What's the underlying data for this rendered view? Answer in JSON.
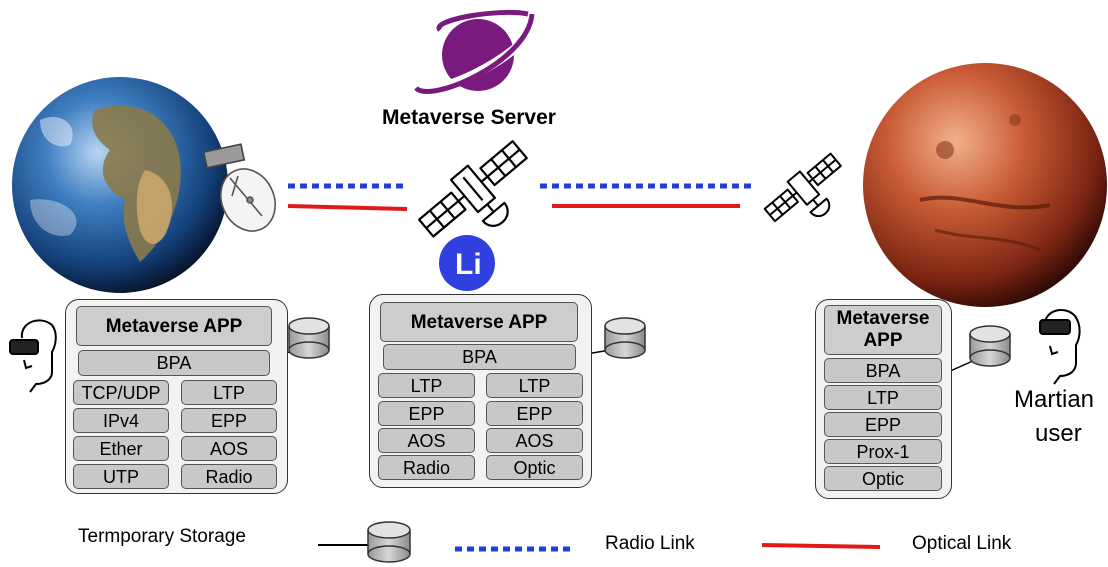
{
  "server": {
    "title": "Metaverse Server",
    "badge": "Li"
  },
  "stacks": {
    "earth": {
      "app": "Metaverse APP",
      "bpa": "BPA",
      "left": [
        "TCP/UDP",
        "IPv4",
        "Ether",
        "UTP"
      ],
      "right": [
        "LTP",
        "EPP",
        "AOS",
        "Radio"
      ]
    },
    "relay": {
      "app": "Metaverse APP",
      "bpa": "BPA",
      "left": [
        "LTP",
        "EPP",
        "AOS",
        "Radio"
      ],
      "right": [
        "LTP",
        "EPP",
        "AOS",
        "Optic"
      ]
    },
    "mars": {
      "app_line1": "Metaverse",
      "app_line2": "APP",
      "layers": [
        "BPA",
        "LTP",
        "EPP",
        "Prox-1",
        "Optic"
      ]
    }
  },
  "martian": {
    "line1": "Martian",
    "line2": "user"
  },
  "legend": {
    "storage": "Termporary Storage",
    "radio": "Radio Link",
    "optical": "Optical Link"
  },
  "colors": {
    "radio_link": "#1f3ddb",
    "optical_link": "#e01a1a",
    "server_icon": "#7a1a7e",
    "badge": "#2f3fe0",
    "layer_fill": "#c8c8c8",
    "stack_fill": "#f2f2f2"
  },
  "icons": [
    "planet-icon",
    "earth-image",
    "mars-image",
    "satellite-icon",
    "dish-antenna-icon",
    "storage-cylinder-icon",
    "vr-user-icon"
  ]
}
